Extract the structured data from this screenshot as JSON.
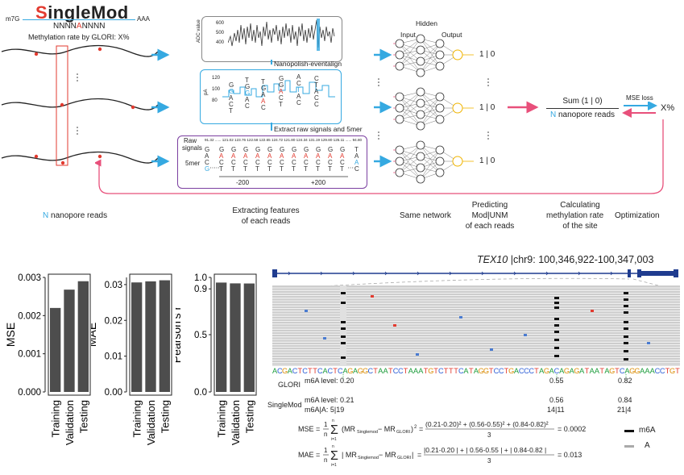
{
  "panel_a": {
    "logo": {
      "s": "S",
      "ingle": "ingle",
      "mod": "Mod"
    },
    "cap_left": "m7G",
    "cap_right": "AAA",
    "motif_prefix": "NNNN",
    "motif_center": "A",
    "motif_suffix": "NNNN",
    "methylation_rate": "Methylation rate by GLORI: X%",
    "reads_n": "N",
    "reads_label": " nanopore reads",
    "features_caption_l1": "Extracting features",
    "features_caption_l2": "of each reads",
    "adc_label": "ADC value",
    "adc_ticks": [
      "600",
      "500",
      "400"
    ],
    "eventalign_label": "Nanopolish-eventalign",
    "pa_label": "pA",
    "pa_ticks": [
      "120",
      "100",
      "80"
    ],
    "extract_label": "Extract raw signals and 5mer",
    "raw_signals_label_l1": "Raw",
    "raw_signals_label_l2": "signals",
    "fivemer_label": "5mer",
    "raw_values": "91.32 ...... 121.02   123.76  122.58  122.65  124.72  121.80  124.34  131.19  129.80  125.11 ......  94.80",
    "pos_minus": "-200",
    "pos_plus": "+200",
    "net_hidden": "Hidden",
    "net_input": "Input",
    "net_output": "Output",
    "output_value": "1 | 0",
    "same_network": "Same network",
    "predicting_l1": "Predicting",
    "predicting_l2": "Mod|UNM",
    "predicting_l3": "of each reads",
    "sum_label": "Sum (1 | 0)",
    "sum_n": "N",
    "sum_denominator": " nanopore reads",
    "mse_loss": "MSE loss",
    "x_percent": "X%",
    "calc_l1": "Calculating",
    "calc_l2": "methylation rate",
    "calc_l3": "of the site",
    "optimization": "Optimization"
  },
  "chart_data": [
    {
      "type": "bar",
      "categories": [
        "Training",
        "Validation",
        "Testing"
      ],
      "values": [
        0.0022,
        0.00268,
        0.0029
      ],
      "ylabel": "MSE",
      "ylim": [
        0,
        0.003
      ],
      "yticks": [
        "0.000",
        "0.001",
        "0.002",
        "0.003"
      ],
      "ytick_values": [
        0,
        0.001,
        0.002,
        0.003
      ]
    },
    {
      "type": "bar",
      "categories": [
        "Training",
        "Validation",
        "Testing"
      ],
      "values": [
        0.0306,
        0.0309,
        0.0312
      ],
      "ylabel": "MAE",
      "ylim": [
        0,
        0.032
      ],
      "yticks": [
        "0.00",
        "0.01",
        "0.02",
        "0.03"
      ],
      "ytick_values": [
        0,
        0.01,
        0.02,
        0.03
      ]
    },
    {
      "type": "bar",
      "categories": [
        "Training",
        "Validation",
        "Testing"
      ],
      "values": [
        0.955,
        0.948,
        0.947
      ],
      "ylabel": "Pearson's r",
      "ylim": [
        0,
        1.0
      ],
      "yticks": [
        "0.0",
        "0.5",
        "0.9",
        "1.0"
      ],
      "ytick_values": [
        0,
        0.5,
        0.9,
        1.0
      ]
    }
  ],
  "panel_b": {
    "gene": "TEX10",
    "locus": " |chr9: 100,346,922-100,347,003",
    "sequence": "ACGACTCTTCACTCAGAGGCTAATCCTAAATGTCTTTCATAGGTCCTGACCCTAGACAGAGATAATAGTCAGGAAACCTGT",
    "glori_label": "GLORI",
    "glori_m6a_level": "m6A level: 0.20",
    "glori_v2": "0.55",
    "glori_v3": "0.82",
    "singlemod_label": "SingleMod",
    "sm_m6a_level": "m6A level: 0.21",
    "sm_v2": "0.56",
    "sm_v3": "0.84",
    "sm_counts1": "m6A|A: 5|19",
    "sm_counts2": "14|11",
    "sm_counts3": "21|4",
    "legend_m6a": "m6A",
    "legend_a": "A",
    "mse_formula": "MSE = 1/n Σ (MR_Singlemod − MR_GLORI)² = [(0.21-0.20)² + (0.56-0.55)² + (0.84-0.82)²] / 3 = 0.0002",
    "mae_formula": "MAE = 1/n Σ |MR_Singlemod − MR_GLORI| = [|0.21-0.20| + |0.56-0.55| + |0.84-0.82|] / 3 = 0.013",
    "colors": {
      "accent_blue": "#35a9e1",
      "pink": "#e8507b",
      "red_a": "#e23a2f",
      "bar_gray": "#4d4d4d"
    }
  }
}
